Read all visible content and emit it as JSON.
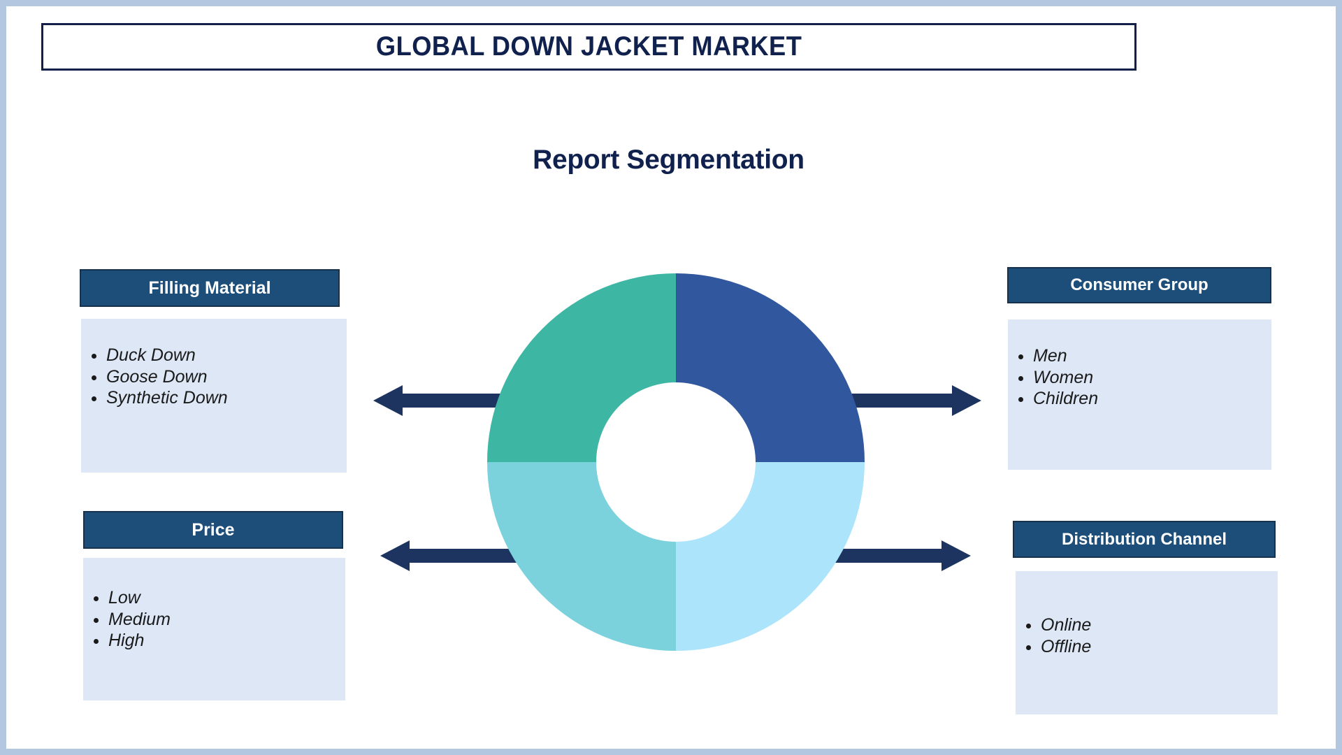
{
  "page": {
    "title": "GLOBAL DOWN JACKET MARKET",
    "subtitle": "Report Segmentation"
  },
  "colors": {
    "page_border": "#b3c7e0",
    "title_text": "#10214e",
    "header_bar": "#1d4e79",
    "body_panel": "#dde7f6",
    "arrow": "#1d3461",
    "donut_top_left": "#3eb6a4",
    "donut_top_right": "#31589e",
    "donut_bottom_right": "#ace4fc",
    "donut_bottom_left": "#7cd2dc"
  },
  "segments": [
    {
      "id": "filling",
      "title": "Filling Material",
      "items": [
        "Duck Down",
        "Goose Down",
        "Synthetic Down"
      ]
    },
    {
      "id": "price",
      "title": "Price",
      "items": [
        "Low",
        "Medium",
        "High"
      ]
    },
    {
      "id": "consumer",
      "title": "Consumer Group",
      "items": [
        "Men",
        "Women",
        "Children"
      ]
    },
    {
      "id": "distribution",
      "title": "Distribution Channel",
      "items": [
        "Online",
        "Offline"
      ]
    }
  ],
  "chart_data": {
    "type": "pie",
    "title": "Report Segmentation",
    "variant": "donut",
    "categories": [
      "Consumer Group",
      "Distribution Channel",
      "Price",
      "Filling Material"
    ],
    "values": [
      25,
      25,
      25,
      25
    ],
    "colors": [
      "#31589e",
      "#ace4fc",
      "#7cd2dc",
      "#3eb6a4"
    ],
    "legend": "none",
    "labels_shown": false
  },
  "arrows": [
    {
      "id": "arrow-to-filling",
      "direction": "left",
      "target": "Filling Material"
    },
    {
      "id": "arrow-to-price",
      "direction": "left",
      "target": "Price"
    },
    {
      "id": "arrow-to-consumer",
      "direction": "right",
      "target": "Consumer Group"
    },
    {
      "id": "arrow-to-distribution",
      "direction": "right",
      "target": "Distribution Channel"
    }
  ]
}
